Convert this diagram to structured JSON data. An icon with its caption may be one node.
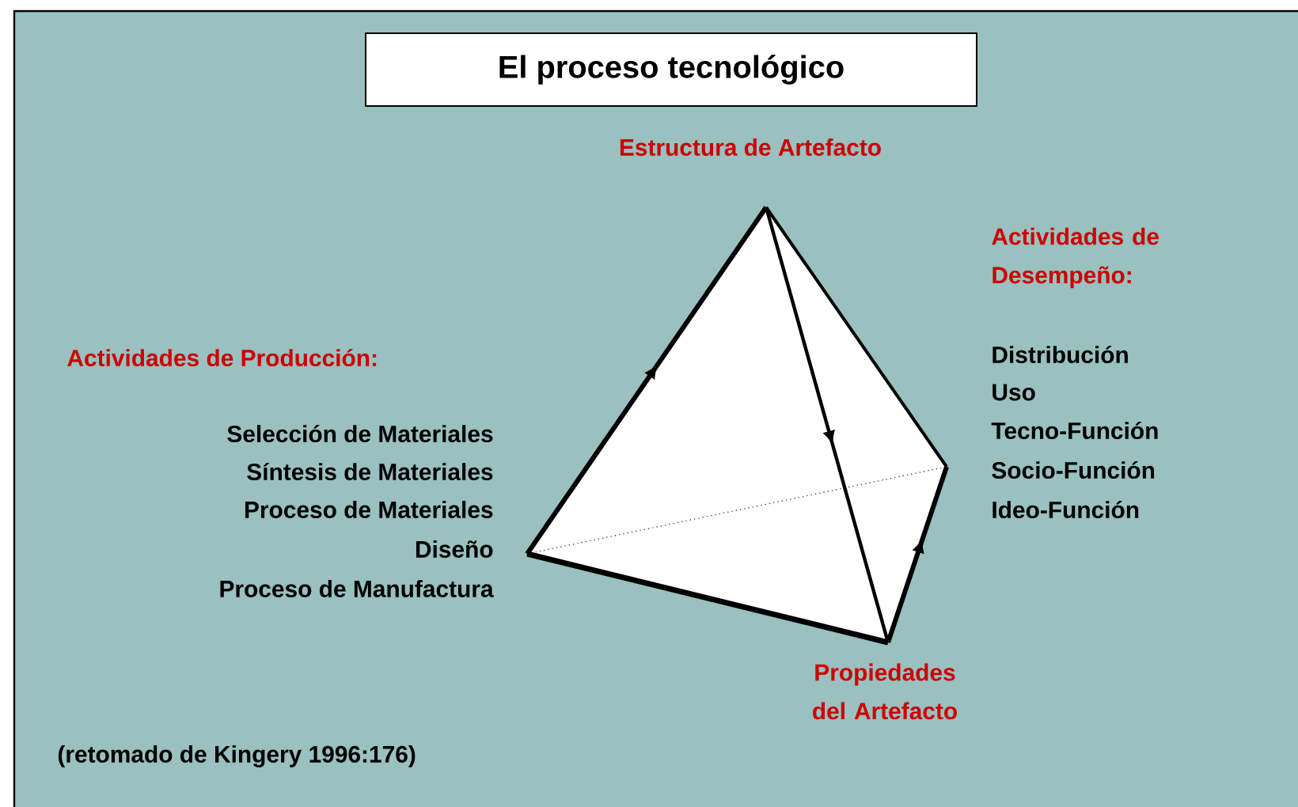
{
  "diagram": {
    "title": "El proceso tecnológico",
    "labels": [
      "Estructura de Artefacto",
      "Actividades de Desempeño:",
      "Actividades de Producción:",
      "Distribución",
      "Uso",
      "Tecno-Función",
      "Selección de Materiales",
      "Socio-Función",
      "Síntesis de Materiales",
      "Ideo-Función",
      "Proceso de Materiales",
      "Diseño",
      "Proceso de Manufactura",
      "Propiedades del Artefacto",
      "(retomado de Kingery 1996:176)"
    ]
  }
}
